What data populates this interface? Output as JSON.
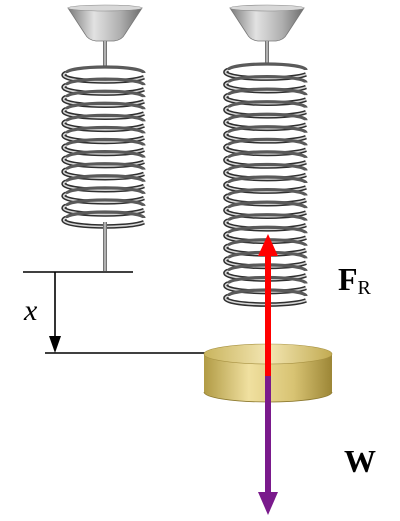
{
  "labels": {
    "displacement": "x",
    "restoring_force_main": "F",
    "restoring_force_sub": "R",
    "weight": "W"
  },
  "springs": {
    "left_coils": 13,
    "right_coils": 19
  },
  "colors": {
    "restoring_force_arrow": "#ff0000",
    "weight_arrow": "#7a1a8c",
    "mass_block": "#d9c777",
    "spring_steel": "#6b6b6b",
    "mount": "#a9a9a9"
  }
}
